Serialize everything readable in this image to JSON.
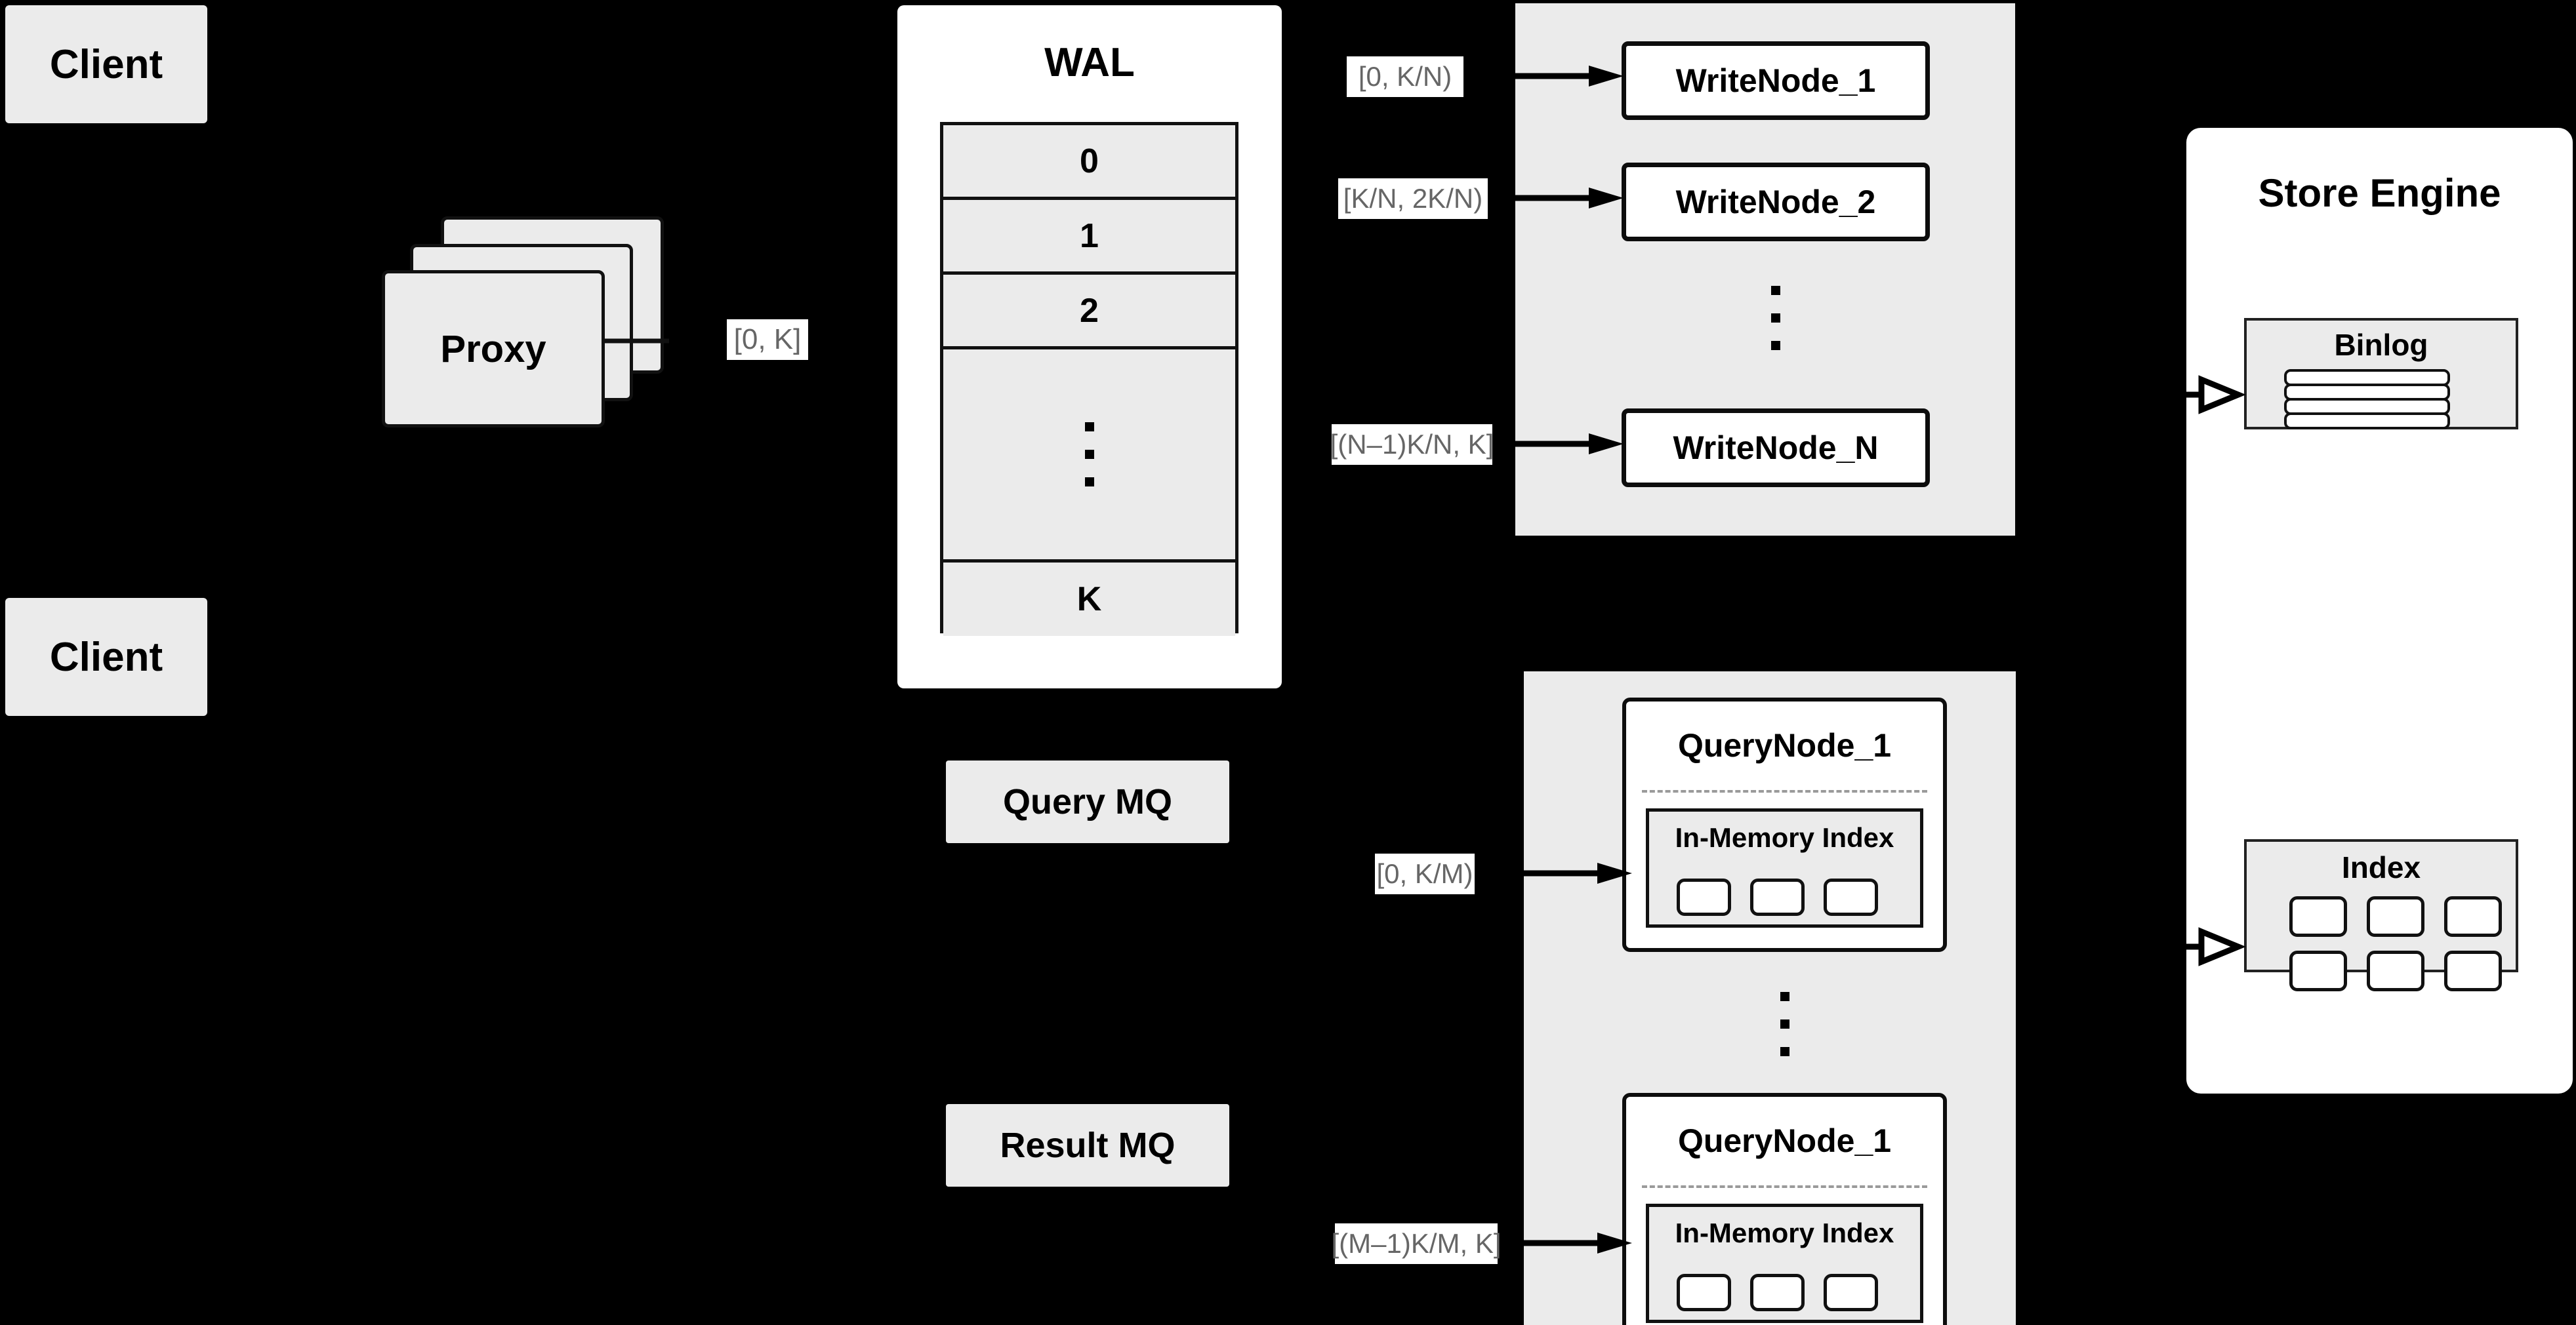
{
  "diagram": {
    "title": "Distributed write/query architecture",
    "colors": {
      "background": "#000000",
      "card_fill": "#ebebeb",
      "panel_fill": "#ffffff",
      "stroke": "#111111",
      "label_text": "#666666",
      "dashed_separator": "#9a9a9a"
    }
  },
  "clients": [
    {
      "label": "Client"
    },
    {
      "label": "Client"
    }
  ],
  "proxy": {
    "label": "Proxy",
    "stack_count": 3
  },
  "wal": {
    "title": "WAL",
    "rows": [
      "0",
      "1",
      "2",
      "⋮",
      "K"
    ],
    "ellipsis_row_index": 3
  },
  "queues": [
    {
      "label": "Query MQ"
    },
    {
      "label": "Result MQ"
    }
  ],
  "write_group": {
    "nodes": [
      {
        "label": "WriteNode_1"
      },
      {
        "label": "WriteNode_2"
      },
      {
        "label": "WriteNode_N"
      }
    ],
    "ellipsis": "⋮"
  },
  "query_group": {
    "nodes": [
      {
        "label": "QueryNode_1",
        "index": {
          "title": "In-Memory Index",
          "cell_count": 3
        }
      },
      {
        "label": "QueryNode_1",
        "index": {
          "title": "In-Memory Index",
          "cell_count": 3
        }
      }
    ],
    "ellipsis": "⋮"
  },
  "store_engine": {
    "title": "Store Engine",
    "binlog": {
      "title": "Binlog",
      "row_count": 4
    },
    "index": {
      "title": "Index",
      "cell_count": 6
    }
  },
  "edge_labels": {
    "proxy_to_wal": "[0, K]",
    "write_1": "[0,  K/N)",
    "write_2": "[K/N, 2K/N)",
    "write_n": "[(N–1)K/N,  K]",
    "query_1": "[0, K/M)",
    "query_m": "[(M–1)K/M, K]"
  }
}
